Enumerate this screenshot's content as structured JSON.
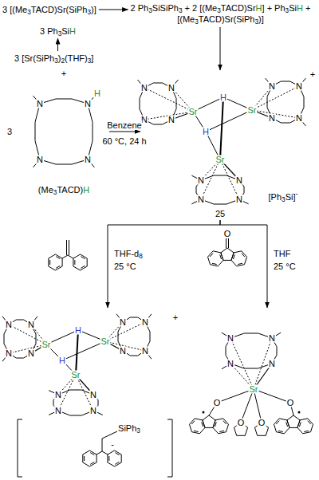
{
  "diagram": {
    "nodes": [
      {
        "text": [
          "3 [(Me3TACD)Sr(SiPh3)]"
        ]
      },
      {
        "text": [
          "3 Ph3SiH"
        ]
      },
      {
        "text": [
          "2 Ph3SiSiPh3 + 2 [(Me3TACD)SrH] + Ph3SiH + [(Me3TACD)Sr(SiPh3)]"
        ]
      },
      {
        "text": [
          "3 [Sr(SiPh3)2(THF)3]"
        ]
      },
      {
        "text": [
          "3",
          "N",
          "N",
          "N",
          "N",
          "H",
          "(Me3TACD)H"
        ]
      },
      {
        "text": [
          "+",
          "Sr",
          "Sr",
          "Sr",
          "H",
          "H",
          "N",
          "N",
          "N",
          "N",
          "N",
          "N",
          "N",
          "N",
          "N",
          "N",
          "N",
          "N",
          "[Ph3Si]-",
          "25"
        ]
      },
      {
        "text": [
          "+",
          "Sr",
          "Sr",
          "Sr",
          "H",
          "H",
          "N",
          "N",
          "N",
          "N",
          "N",
          "N",
          "N",
          "N",
          "N",
          "N",
          "N",
          "N",
          "SiPh3",
          "-"
        ]
      },
      {
        "text": [
          "Sr",
          "N",
          "N",
          "N",
          "N",
          "O",
          "O",
          "O",
          "O"
        ]
      }
    ],
    "edges": [
      {
        "from": 0,
        "to": 2,
        "arrow": "to"
      },
      {
        "from": 3,
        "to": 1,
        "arrow": "to"
      },
      {
        "from": 2,
        "to": 5,
        "arrow": "to"
      },
      {
        "from": 4,
        "to": 5,
        "arrow": "to",
        "label": "Benzene"
      },
      {
        "from": 5,
        "to": 6,
        "arrow": "to",
        "label": "THF-d8"
      },
      {
        "from": 5,
        "to": 7,
        "arrow": "to",
        "label": "THF"
      }
    ],
    "labels": [
      "+",
      "60 °C, 24 h",
      "25 °C",
      "O",
      "25 °C"
    ]
  }
}
